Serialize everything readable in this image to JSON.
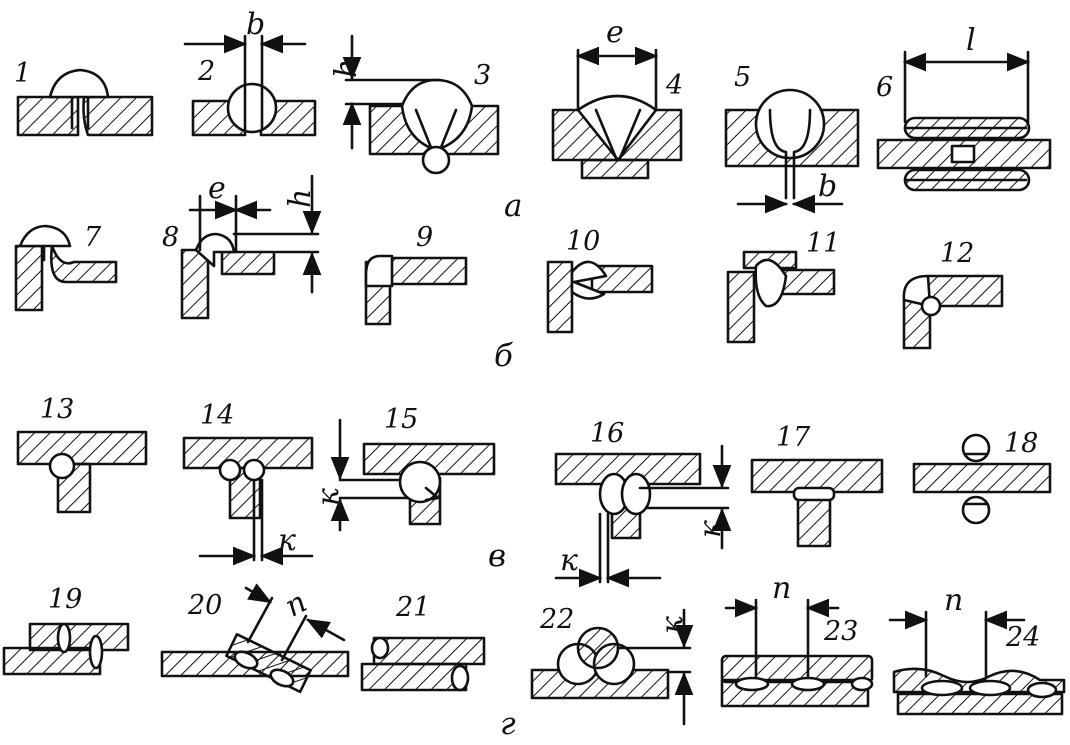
{
  "sections": {
    "a": "а",
    "b": "б",
    "v": "в",
    "g": "г"
  },
  "joints": {
    "j1": "1",
    "j2": "2",
    "j3": "3",
    "j4": "4",
    "j5": "5",
    "j6": "6",
    "j7": "7",
    "j8": "8",
    "j9": "9",
    "j10": "10",
    "j11": "11",
    "j12": "12",
    "j13": "13",
    "j14": "14",
    "j15": "15",
    "j16": "16",
    "j17": "17",
    "j18": "18",
    "j19": "19",
    "j20": "20",
    "j21": "21",
    "j22": "22",
    "j23": "23",
    "j24": "24"
  },
  "dimensions": {
    "b": "b",
    "h": "h",
    "e": "e",
    "l": "l",
    "k": "к",
    "n": "п"
  },
  "colors": {
    "ink": "#111111",
    "paper": "#ffffff"
  }
}
